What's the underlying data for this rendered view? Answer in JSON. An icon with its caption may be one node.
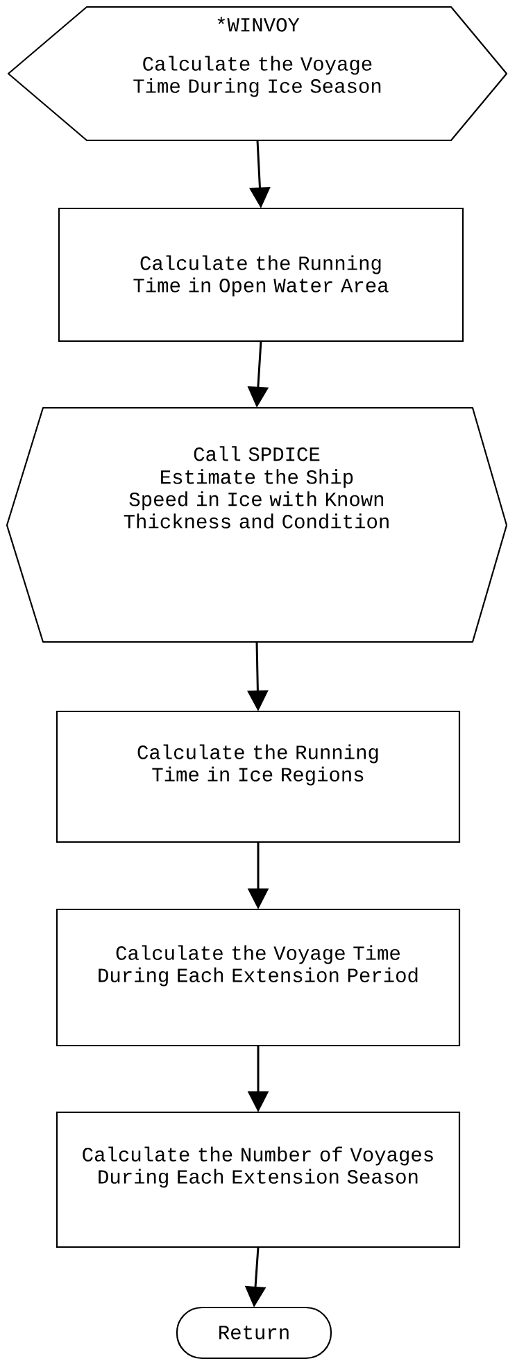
{
  "diagram": {
    "nodes": [
      {
        "text": [
          "*WINVOY",
          "Calculate the Voyage Time During Ice Season"
        ]
      },
      {
        "text": [
          "Calculate the Running Time in Open Water Area"
        ]
      },
      {
        "text": [
          "Call SPDICE",
          "Estimate the Ship Speed in Ice with Known Thickness and Condition"
        ]
      },
      {
        "text": [
          "Calculate the Running Time in Ice Regions"
        ]
      },
      {
        "text": [
          "Calculate the Voyage Time During Each Extension Period"
        ]
      },
      {
        "text": [
          "Calculate the Number of Voyages During Each Extension Season"
        ]
      },
      {
        "text": [
          "Return"
        ]
      }
    ],
    "edges": [
      {
        "from": 0,
        "to": 1,
        "arrow": "to"
      },
      {
        "from": 1,
        "to": 2,
        "arrow": "to"
      },
      {
        "from": 2,
        "to": 3,
        "arrow": "to"
      },
      {
        "from": 3,
        "to": 4,
        "arrow": "to"
      },
      {
        "from": 4,
        "to": 5,
        "arrow": "to"
      },
      {
        "from": 5,
        "to": 6,
        "arrow": "to"
      }
    ]
  }
}
